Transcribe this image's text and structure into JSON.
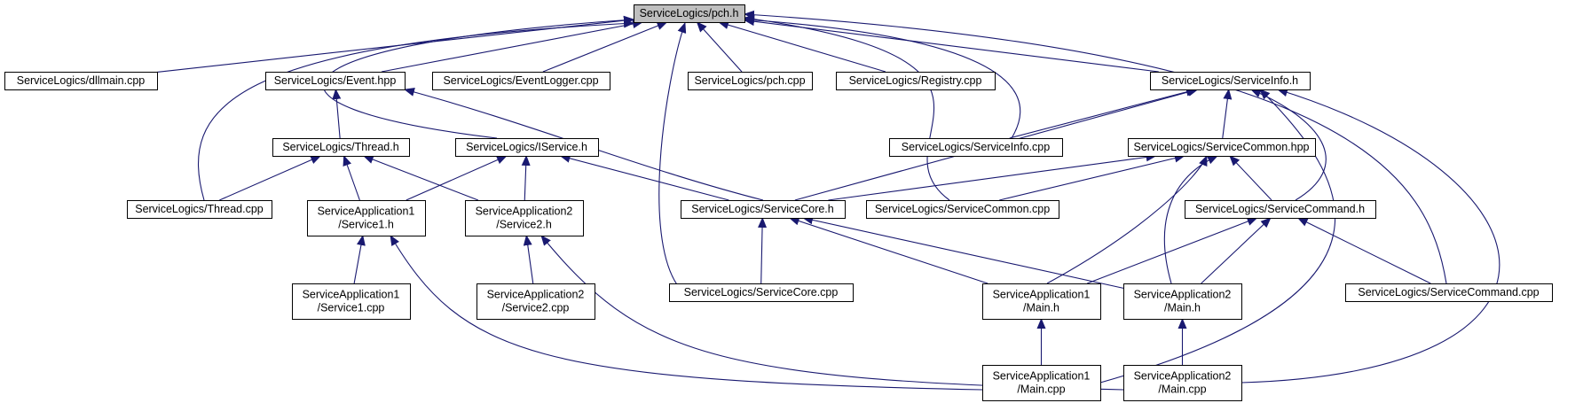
{
  "graph": {
    "colors": {
      "edge": "#191970",
      "node_fill": "#ffffff",
      "node_border": "#000000",
      "root_fill": "#bfbfbf",
      "text": "#000000"
    },
    "nodes": [
      {
        "id": "pch_h",
        "lines": [
          "ServiceLogics/pch.h"
        ],
        "root": true
      },
      {
        "id": "dllmain_cpp",
        "lines": [
          "ServiceLogics/dllmain.cpp"
        ]
      },
      {
        "id": "event_hpp",
        "lines": [
          "ServiceLogics/Event.hpp"
        ]
      },
      {
        "id": "eventlogger_cpp",
        "lines": [
          "ServiceLogics/EventLogger.cpp"
        ]
      },
      {
        "id": "pch_cpp",
        "lines": [
          "ServiceLogics/pch.cpp"
        ]
      },
      {
        "id": "registry_cpp",
        "lines": [
          "ServiceLogics/Registry.cpp"
        ]
      },
      {
        "id": "serviceinfo_h",
        "lines": [
          "ServiceLogics/ServiceInfo.h"
        ]
      },
      {
        "id": "thread_h",
        "lines": [
          "ServiceLogics/Thread.h"
        ]
      },
      {
        "id": "iservice_h",
        "lines": [
          "ServiceLogics/IService.h"
        ]
      },
      {
        "id": "serviceinfo_cpp",
        "lines": [
          "ServiceLogics/ServiceInfo.cpp"
        ]
      },
      {
        "id": "servicecommon_hpp",
        "lines": [
          "ServiceLogics/ServiceCommon.hpp"
        ]
      },
      {
        "id": "thread_cpp",
        "lines": [
          "ServiceLogics/Thread.cpp"
        ]
      },
      {
        "id": "service1_h",
        "lines": [
          "ServiceApplication1",
          "/Service1.h"
        ]
      },
      {
        "id": "service2_h",
        "lines": [
          "ServiceApplication2",
          "/Service2.h"
        ]
      },
      {
        "id": "servicecore_h",
        "lines": [
          "ServiceLogics/ServiceCore.h"
        ]
      },
      {
        "id": "servicecommon_cpp",
        "lines": [
          "ServiceLogics/ServiceCommon.cpp"
        ]
      },
      {
        "id": "servicecommand_h",
        "lines": [
          "ServiceLogics/ServiceCommand.h"
        ]
      },
      {
        "id": "service1_cpp",
        "lines": [
          "ServiceApplication1",
          "/Service1.cpp"
        ]
      },
      {
        "id": "service2_cpp",
        "lines": [
          "ServiceApplication2",
          "/Service2.cpp"
        ]
      },
      {
        "id": "servicecore_cpp",
        "lines": [
          "ServiceLogics/ServiceCore.cpp"
        ]
      },
      {
        "id": "app1_main_h",
        "lines": [
          "ServiceApplication1",
          "/Main.h"
        ]
      },
      {
        "id": "app2_main_h",
        "lines": [
          "ServiceApplication2",
          "/Main.h"
        ]
      },
      {
        "id": "servicecommand_cpp",
        "lines": [
          "ServiceLogics/ServiceCommand.cpp"
        ]
      },
      {
        "id": "app1_main_cpp",
        "lines": [
          "ServiceApplication1",
          "/Main.cpp"
        ]
      },
      {
        "id": "app2_main_cpp",
        "lines": [
          "ServiceApplication2",
          "/Main.cpp"
        ]
      }
    ],
    "edges": [
      {
        "from": "dllmain_cpp",
        "to": "pch_h"
      },
      {
        "from": "event_hpp",
        "to": "pch_h"
      },
      {
        "from": "eventlogger_cpp",
        "to": "pch_h"
      },
      {
        "from": "pch_cpp",
        "to": "pch_h"
      },
      {
        "from": "registry_cpp",
        "to": "pch_h"
      },
      {
        "from": "serviceinfo_h",
        "to": "pch_h"
      },
      {
        "from": "iservice_h",
        "to": "pch_h"
      },
      {
        "from": "thread_cpp",
        "to": "pch_h"
      },
      {
        "from": "servicecore_cpp",
        "to": "pch_h"
      },
      {
        "from": "serviceinfo_cpp",
        "to": "pch_h"
      },
      {
        "from": "servicecommon_cpp",
        "to": "pch_h"
      },
      {
        "from": "servicecommand_cpp",
        "to": "pch_h"
      },
      {
        "from": "thread_h",
        "to": "event_hpp"
      },
      {
        "from": "servicecore_h",
        "to": "event_hpp"
      },
      {
        "from": "thread_cpp",
        "to": "thread_h"
      },
      {
        "from": "service1_h",
        "to": "thread_h"
      },
      {
        "from": "service2_h",
        "to": "thread_h"
      },
      {
        "from": "service1_h",
        "to": "iservice_h"
      },
      {
        "from": "service2_h",
        "to": "iservice_h"
      },
      {
        "from": "servicecore_h",
        "to": "iservice_h"
      },
      {
        "from": "serviceinfo_cpp",
        "to": "serviceinfo_h"
      },
      {
        "from": "servicecommon_hpp",
        "to": "serviceinfo_h"
      },
      {
        "from": "servicecore_h",
        "to": "serviceinfo_h"
      },
      {
        "from": "servicecommand_h",
        "to": "serviceinfo_h"
      },
      {
        "from": "app2_main_cpp",
        "to": "serviceinfo_h"
      },
      {
        "from": "app1_main_cpp",
        "to": "serviceinfo_h"
      },
      {
        "from": "servicecore_h",
        "to": "servicecommon_hpp"
      },
      {
        "from": "servicecommon_cpp",
        "to": "servicecommon_hpp"
      },
      {
        "from": "servicecommand_h",
        "to": "servicecommon_hpp"
      },
      {
        "from": "app1_main_h",
        "to": "servicecommon_hpp"
      },
      {
        "from": "app2_main_h",
        "to": "servicecommon_hpp"
      },
      {
        "from": "service1_cpp",
        "to": "service1_h"
      },
      {
        "from": "app1_main_cpp",
        "to": "service1_h"
      },
      {
        "from": "service2_cpp",
        "to": "service2_h"
      },
      {
        "from": "app2_main_cpp",
        "to": "service2_h"
      },
      {
        "from": "servicecore_cpp",
        "to": "servicecore_h"
      },
      {
        "from": "app1_main_h",
        "to": "servicecore_h"
      },
      {
        "from": "app2_main_h",
        "to": "servicecore_h"
      },
      {
        "from": "app1_main_h",
        "to": "servicecommand_h"
      },
      {
        "from": "app2_main_h",
        "to": "servicecommand_h"
      },
      {
        "from": "servicecommand_cpp",
        "to": "servicecommand_h"
      },
      {
        "from": "app1_main_cpp",
        "to": "app1_main_h"
      },
      {
        "from": "app2_main_cpp",
        "to": "app2_main_h"
      }
    ]
  }
}
